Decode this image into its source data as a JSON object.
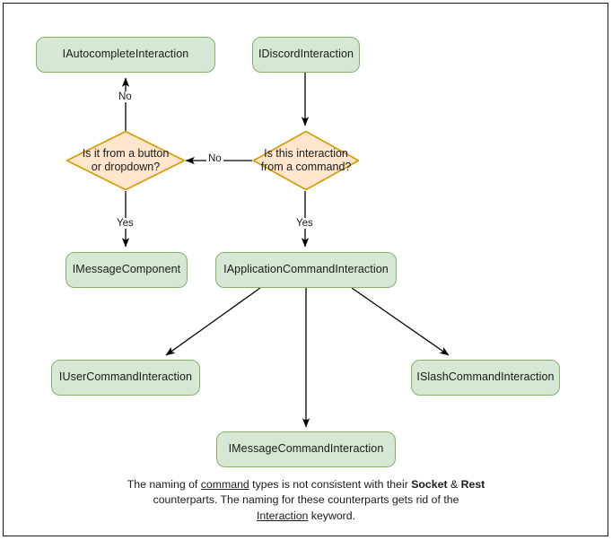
{
  "diagram": {
    "title": "Discord interaction type hierarchy flowchart",
    "colors": {
      "box_fill": "#d5e8d4",
      "box_stroke": "#82b366",
      "diamond_fill": "#ffe6cc",
      "diamond_stroke": "#d79b00",
      "edge_stroke": "#000000",
      "canvas_border": "#1a1a1a",
      "background": "#ffffff",
      "text": "#1a1a1a"
    },
    "nodes": {
      "autocomplete": "IAutocompleteInteraction",
      "discord": "IDiscordInteraction",
      "decision_button": "Is it from a button or dropdown?",
      "decision_command": "Is this interaction from a command?",
      "message_component": "IMessageComponent",
      "application_command": "IApplicationCommandInteraction",
      "user_command": "IUserCommandInteraction",
      "slash_command": "ISlashCommandInteraction",
      "message_command": "IMessageCommandInteraction"
    },
    "edge_labels": {
      "no_up": "No",
      "no_left": "No",
      "yes_left": "Yes",
      "yes_right": "Yes"
    },
    "caption": {
      "line1_a": "The naming of ",
      "line1_underline": "command",
      "line1_b": " types is not consistent with their",
      "line2_bold1": "Socket",
      "line2_amp": " & ",
      "line2_bold2": "Rest",
      "line2_rest": " counterparts. The naming for these",
      "line3_a": "counterparts gets rid of the ",
      "line3_underline": "Interaction",
      "line3_b": " keyword."
    }
  }
}
